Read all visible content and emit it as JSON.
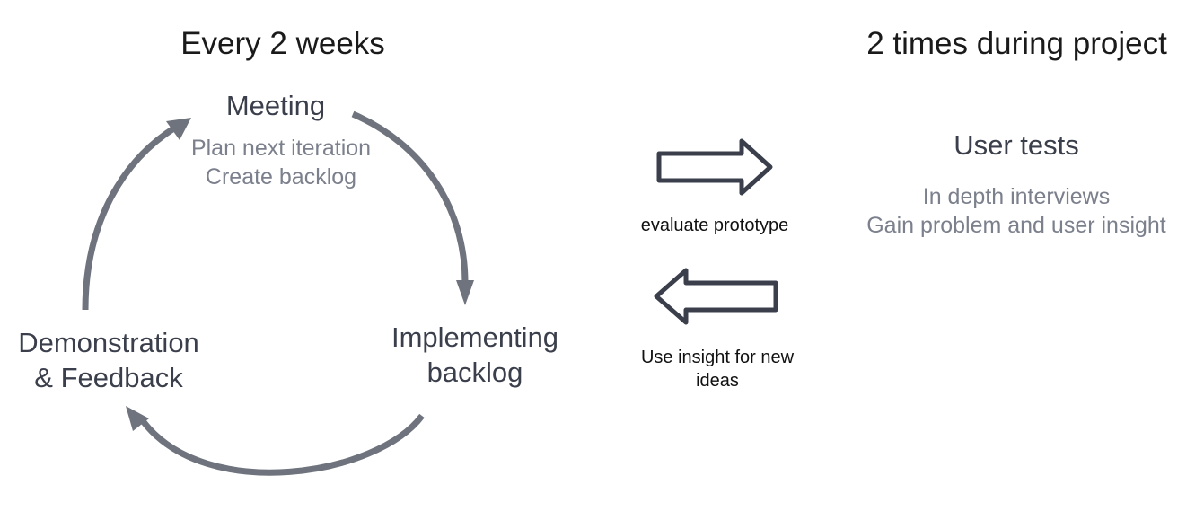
{
  "colors": {
    "cycle_arrow": "#6e737d",
    "block_arrow_stroke": "#3a3f4b",
    "heading": "#1a1a1a",
    "node_title": "#3a3f4b",
    "node_sub": "#7b808c"
  },
  "left_panel": {
    "heading": "Every 2 weeks",
    "meeting": {
      "title": "Meeting",
      "lines": [
        "Plan next iteration",
        "Create backlog"
      ]
    },
    "implementing": {
      "lines": [
        "Implementing",
        "backlog"
      ]
    },
    "demonstration": {
      "lines": [
        "Demonstration",
        "& Feedback"
      ]
    }
  },
  "middle_panel": {
    "forward_label": "evaluate prototype",
    "backward_lines": [
      "Use insight for new",
      "ideas"
    ]
  },
  "right_panel": {
    "heading": "2 times during project",
    "user_tests": {
      "title": "User tests",
      "lines": [
        "In depth interviews",
        "Gain problem and user insight"
      ]
    }
  }
}
